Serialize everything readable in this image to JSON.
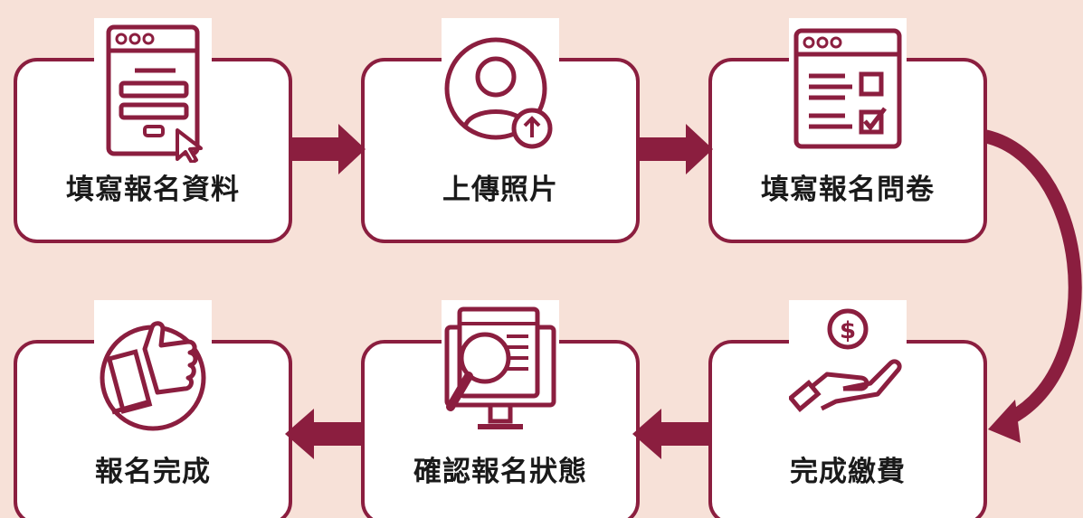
{
  "colors": {
    "background": "#f7e1d8",
    "accent": "#8b1e3f",
    "card": "#ffffff",
    "text": "#1a1a1a"
  },
  "steps": [
    {
      "label": "填寫報名資料",
      "icon": "form-cursor-icon"
    },
    {
      "label": "上傳照片",
      "icon": "user-upload-icon"
    },
    {
      "label": "填寫報名問卷",
      "icon": "questionnaire-checklist-icon"
    },
    {
      "label": "完成繳費",
      "icon": "hand-coin-payment-icon"
    },
    {
      "label": "確認報名狀態",
      "icon": "magnifier-monitor-icon"
    },
    {
      "label": "報名完成",
      "icon": "thumbs-up-icon"
    }
  ]
}
